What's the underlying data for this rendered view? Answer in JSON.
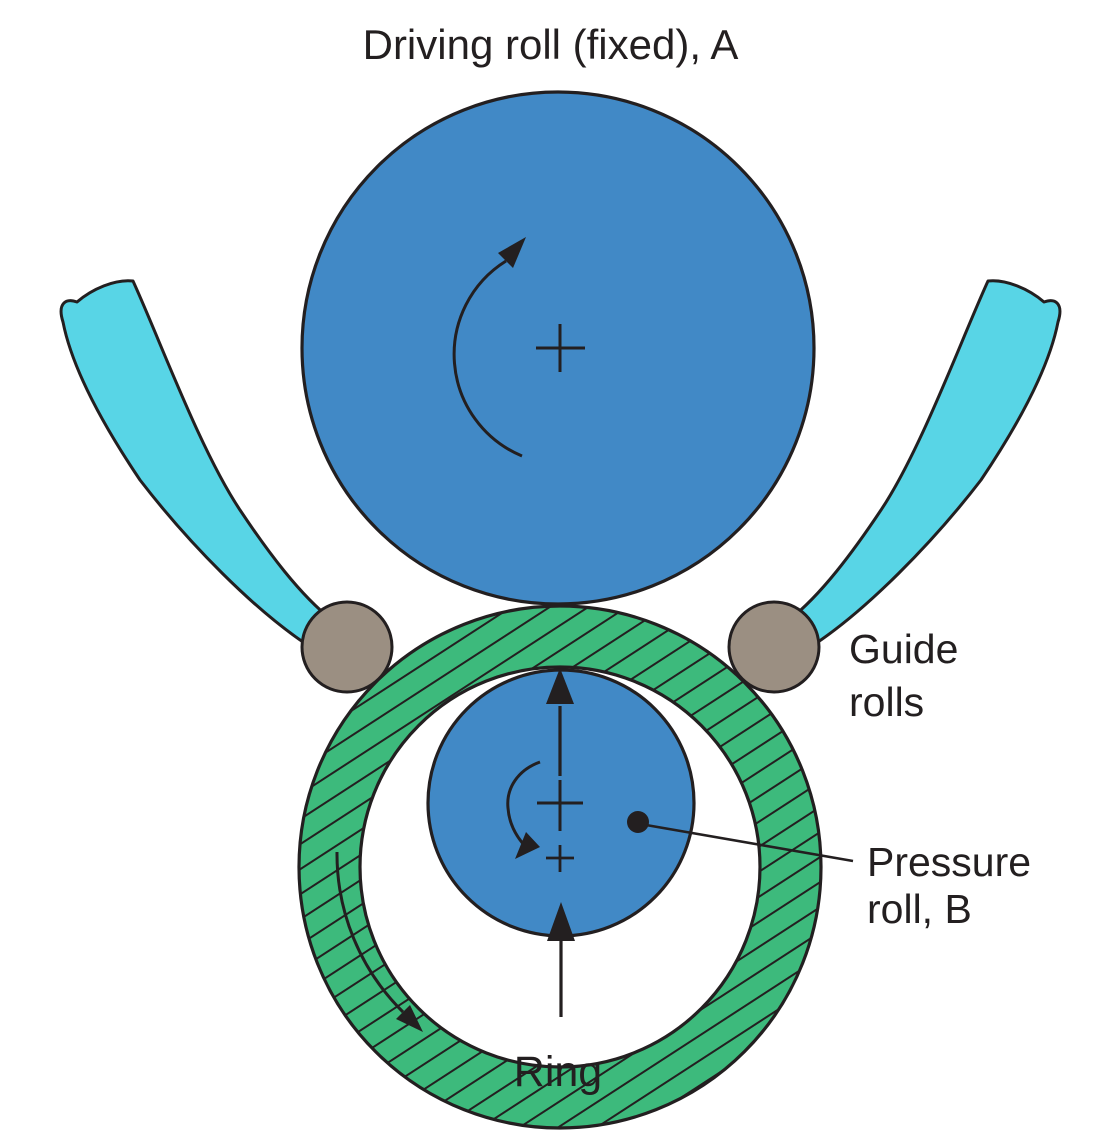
{
  "title": "Driving roll (fixed), A",
  "labels": {
    "guide_rolls": {
      "line1": "Guide",
      "line2": "rolls"
    },
    "pressure_roll": {
      "line1": "Pressure",
      "line2": "roll, B"
    },
    "ring": "Ring"
  },
  "colors": {
    "roll_blue": "#4189C6",
    "ring_green": "#3DBA7C",
    "guide_arm_cyan": "#58D5E6",
    "guide_roll_gray": "#9B8F82",
    "line_black": "#231F20",
    "background": "#FFFFFF"
  },
  "annotations": {
    "driving_roll_rotation": "clockwise",
    "ring_rotation": "counterclockwise",
    "pressure_roll_rotation": "counterclockwise",
    "pressure_direction": "upward"
  }
}
